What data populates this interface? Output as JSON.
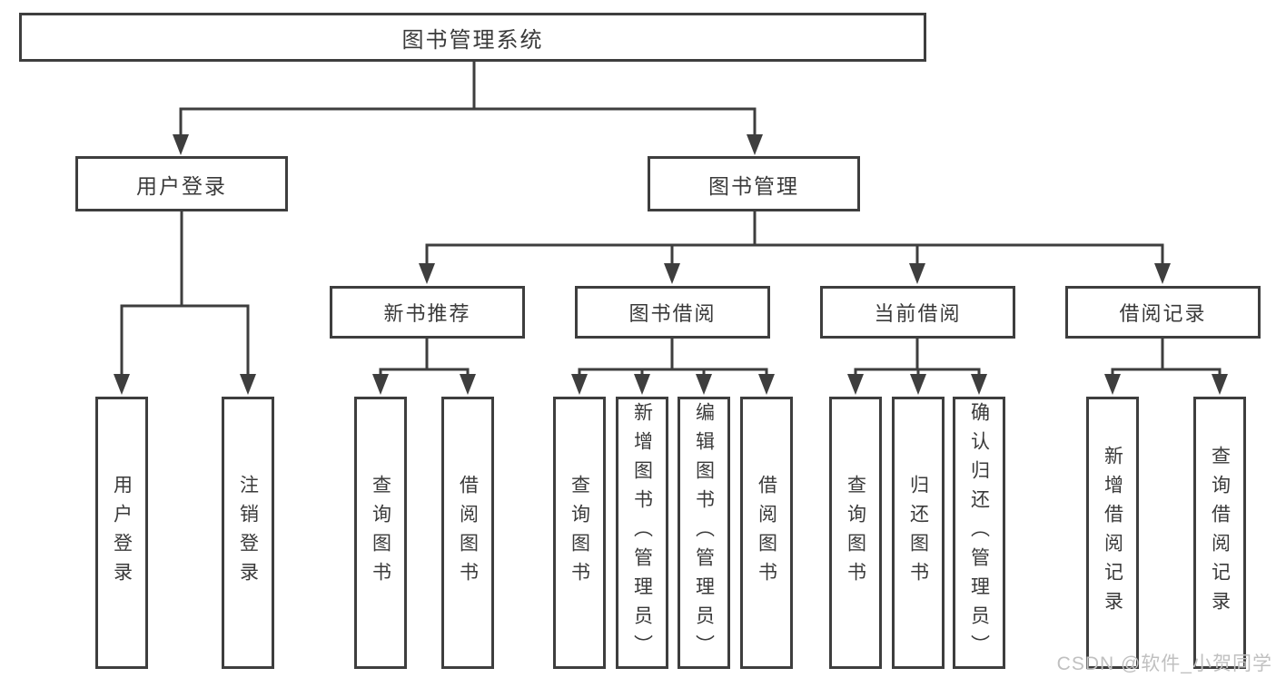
{
  "tree": {
    "root": {
      "label": "图书管理系统"
    },
    "user": {
      "label": "用户登录",
      "children": [
        {
          "label": "用户登录"
        },
        {
          "label": "注销登录"
        }
      ]
    },
    "mgmt": {
      "label": "图书管理",
      "children": [
        {
          "label": "新书推荐",
          "children": [
            {
              "label": "查询图书"
            },
            {
              "label": "借阅图书"
            }
          ]
        },
        {
          "label": "图书借阅",
          "children": [
            {
              "label": "查询图书"
            },
            {
              "label": "新增图书（管理员）"
            },
            {
              "label": "编辑图书（管理员）"
            },
            {
              "label": "借阅图书"
            }
          ]
        },
        {
          "label": "当前借阅",
          "children": [
            {
              "label": "查询图书"
            },
            {
              "label": "归还图书"
            },
            {
              "label": "确认归还（管理员）"
            }
          ]
        },
        {
          "label": "借阅记录",
          "children": [
            {
              "label": "新增借阅记录"
            },
            {
              "label": "查询借阅记录"
            }
          ]
        }
      ]
    }
  },
  "watermark": {
    "text": "CSDN @软件_小贺同学"
  },
  "colors": {
    "line": "#3e3e3e",
    "text": "#3a3a3a",
    "box_background": "#ffffff",
    "watermark": "#c0c0c0"
  }
}
